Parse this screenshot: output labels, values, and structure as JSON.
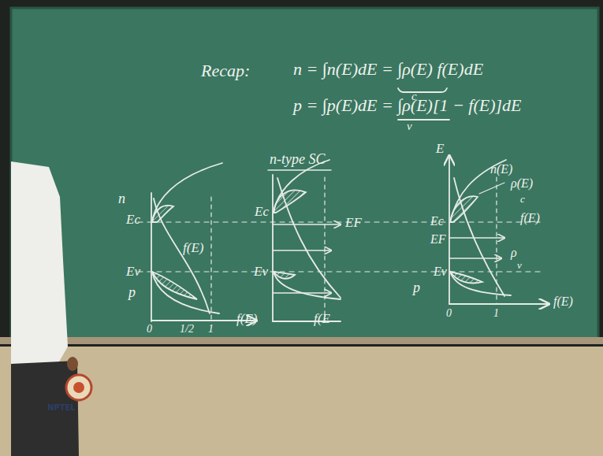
{
  "diagram": {
    "labels": [
      "Recap:",
      "n = ∫n(E)dE = ∫ρ(E) f(E)dE",
      "c",
      "p = ∫p(E)dE = ∫ρ(E)[1 − f(E)]dE",
      "v",
      "n",
      "Ec",
      "f(E)",
      "Ev",
      "p",
      "f(E)",
      "0",
      "1/2",
      "1",
      "n-type SC",
      "Ec",
      "EF",
      "Ev",
      "f(E",
      "E",
      "n(E)",
      "ρ(E)",
      "c",
      "f(E)",
      "Ec",
      "EF",
      "Ev",
      "ρ",
      "v",
      "p",
      "0",
      "1",
      "f(E)",
      "NPTEL"
    ]
  }
}
